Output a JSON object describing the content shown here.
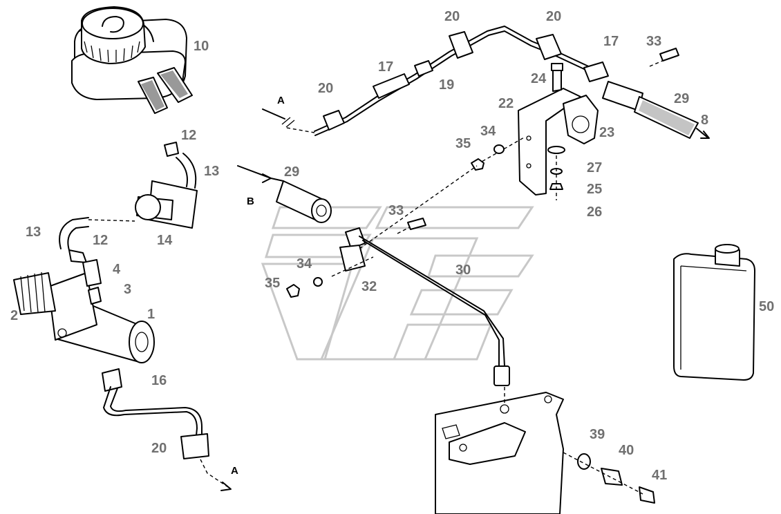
{
  "callouts": [
    "10",
    "20",
    "20",
    "17",
    "17",
    "33",
    "33",
    "24",
    "19",
    "20",
    "22",
    "29",
    "29",
    "8",
    "23",
    "34",
    "34",
    "35",
    "35",
    "27",
    "25",
    "26",
    "12",
    "12",
    "13",
    "13",
    "14",
    "4",
    "3",
    "1",
    "2",
    "16",
    "20",
    "30",
    "32",
    "39",
    "40",
    "41",
    "50"
  ],
  "flow_labels": [
    "A",
    "B",
    "A"
  ]
}
